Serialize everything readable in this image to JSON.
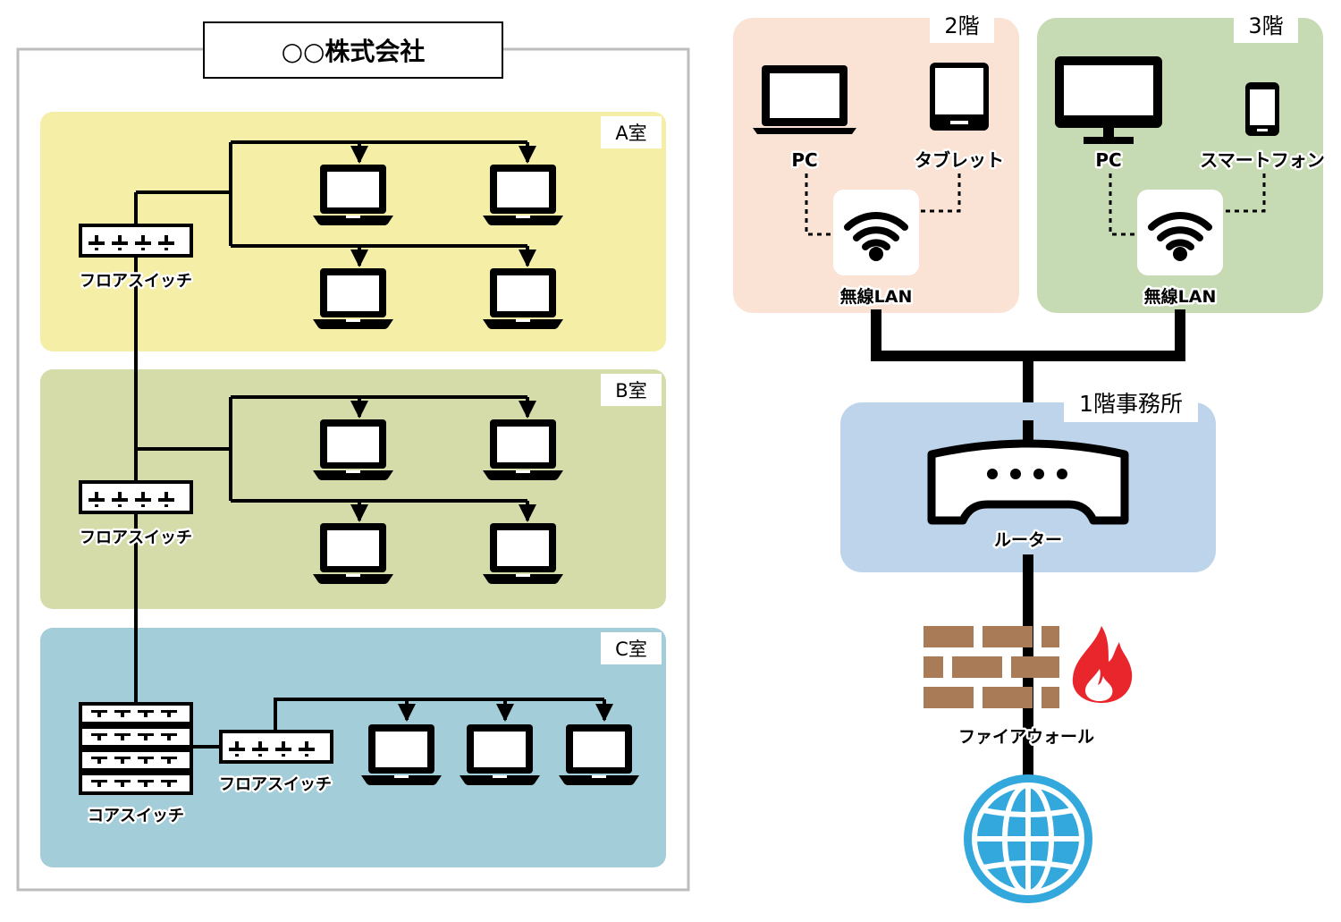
{
  "company": {
    "title": "○○株式会社"
  },
  "rooms": [
    {
      "label": "A室",
      "color": "#f5eea6",
      "switch_label": "フロアスイッチ"
    },
    {
      "label": "B室",
      "color": "#d5dca9",
      "switch_label": "フロアスイッチ"
    },
    {
      "label": "C室",
      "color": "#a2cdd9",
      "switch_label": "フロアスイッチ",
      "core_label": "コアスイッチ"
    }
  ],
  "floor2": {
    "label": "2階",
    "color": "#fae3d4",
    "devices": [
      "PC",
      "タブレット"
    ],
    "wifi_label": "無線LAN"
  },
  "floor3": {
    "label": "3階",
    "color": "#c6dbb3",
    "devices": [
      "PC",
      "スマートフォン"
    ],
    "wifi_label": "無線LAN"
  },
  "floor1": {
    "label": "1階事務所",
    "color": "#bdd4ea",
    "router_label": "ルーター"
  },
  "firewall": {
    "label": "ファイアウォール",
    "brick_color": "#a97c57",
    "flame_color": "#e8262c"
  },
  "internet": {
    "color": "#33a8dc"
  }
}
